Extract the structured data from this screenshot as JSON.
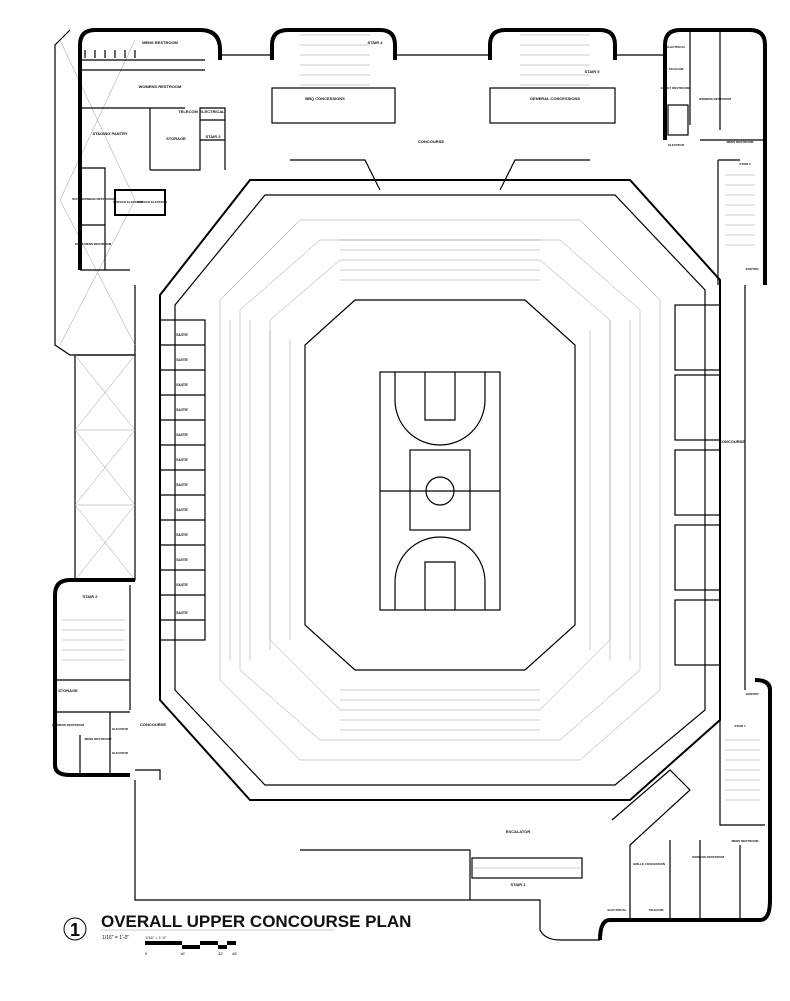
{
  "title": {
    "number": "1",
    "text": "OVERALL UPPER CONCOURSE PLAN",
    "scale": "1/16\" = 1'-0\"",
    "scalebar_label": "1/16\" = 1'-0\"",
    "ticks": [
      "0",
      "16'",
      "32'",
      "48'"
    ]
  },
  "labels": {
    "mens_restroom_nw": "MENS RESTROOM",
    "womens_restroom_nw": "WOMENS RESTROOM",
    "staging_pantry": "STAGING PANTRY",
    "storage_nw": "STORAGE",
    "telecom_nw": "TELECOM",
    "electrical_nw": "ELECTRICAL",
    "stair3": "STAIR 3",
    "service_elevator_1": "SERVICE ELEVATOR",
    "service_elevator_2": "SERVICE ELEVATOR",
    "suite_womens": "SUITE WOMENS RESTROOM",
    "suite_mens": "SUITE MENS RESTROOM",
    "stair4": "STAIR 4",
    "bbq": "BBQ CONCESSIONS",
    "stair5": "STAIR 5",
    "general": "GENERAL CONCESSIONS",
    "concourse_n": "CONCOURSE",
    "electrical_ne": "ELECTRICAL",
    "telecom_ne": "TELECOM",
    "family_restroom": "FAMILY RESTROOM",
    "womens_restroom_ne": "WOMENS RESTROOM",
    "elevator_ne": "ELEVATOR",
    "mens_restroom_ne": "MENS RESTROOM",
    "stair6": "STAIR 6",
    "janitor_ne": "JANITOR",
    "concourse_e": "CONCOURSE",
    "suite": "SUITE",
    "stair2": "STAIR 2",
    "storage_sw": "STORAGE",
    "womens_restroom_sw": "WOMENS RESTROOM",
    "mens_restroom_sw": "MENS RESTROOM",
    "elevator_sw_1": "ELEVATOR",
    "elevator_sw_2": "ELEVATOR",
    "concourse_w": "CONCOURSE",
    "janitor_se": "JANITOR",
    "stair7": "STAIR 7",
    "mens_restroom_se": "MENS RESTROOM",
    "womens_restroom_se": "WOMENS RESTROOM",
    "grille": "GRILLE CONCESSION",
    "electrical_se": "ELECTRICAL",
    "telecom_se": "TELECOM",
    "escalator": "ESCALATOR",
    "stair1": "STAIR 1"
  }
}
